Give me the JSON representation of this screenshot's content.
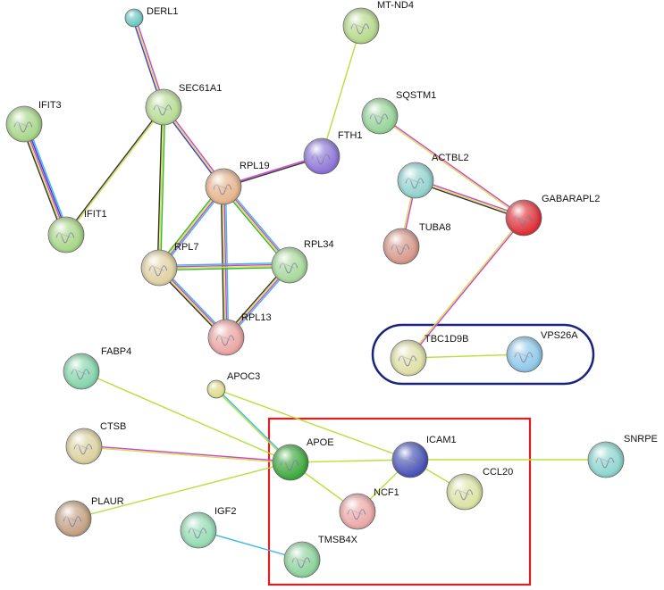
{
  "network": {
    "nodes": [
      {
        "id": "DERL1",
        "label": "DERL1",
        "color": "#6cc6c2",
        "small": true
      },
      {
        "id": "MT-ND4",
        "label": "MT-ND4",
        "color": "#b7d98c"
      },
      {
        "id": "IFIT3",
        "label": "IFIT3",
        "color": "#a9d68a"
      },
      {
        "id": "SEC61A1",
        "label": "SEC61A1",
        "color": "#b8dc96"
      },
      {
        "id": "SQSTM1",
        "label": "SQSTM1",
        "color": "#98d49a"
      },
      {
        "id": "FTH1",
        "label": "FTH1",
        "color": "#8e77d8"
      },
      {
        "id": "RPL19",
        "label": "RPL19",
        "color": "#e6b58e"
      },
      {
        "id": "ACTBL2",
        "label": "ACTBL2",
        "color": "#93d3cf"
      },
      {
        "id": "GABARAPL2",
        "label": "GABARAPL2",
        "color": "#e0333b"
      },
      {
        "id": "IFIT1",
        "label": "IFIT1",
        "color": "#a9d68a"
      },
      {
        "id": "TUBA8",
        "label": "TUBA8",
        "color": "#d79a8c"
      },
      {
        "id": "RPL7",
        "label": "RPL7",
        "color": "#e0d2a4"
      },
      {
        "id": "RPL34",
        "label": "RPL34",
        "color": "#a8d89c"
      },
      {
        "id": "RPL13",
        "label": "RPL13",
        "color": "#eba7a5"
      },
      {
        "id": "TBC1D9B",
        "label": "TBC1D9B",
        "color": "#dfe0a8"
      },
      {
        "id": "VPS26A",
        "label": "VPS26A",
        "color": "#90c9ea"
      },
      {
        "id": "FABP4",
        "label": "FABP4",
        "color": "#86d6ad"
      },
      {
        "id": "APOC3",
        "label": "APOC3",
        "color": "#dcdc8a",
        "small": true
      },
      {
        "id": "CTSB",
        "label": "CTSB",
        "color": "#dcd2a0"
      },
      {
        "id": "APOE",
        "label": "APOE",
        "color": "#3faa3f"
      },
      {
        "id": "ICAM1",
        "label": "ICAM1",
        "color": "#4a55b8"
      },
      {
        "id": "SNRPE",
        "label": "SNRPE",
        "color": "#8fd6cf"
      },
      {
        "id": "CCL20",
        "label": "CCL20",
        "color": "#dbe3a3"
      },
      {
        "id": "NCF1",
        "label": "NCF1",
        "color": "#eba9a9"
      },
      {
        "id": "PLAUR",
        "label": "PLAUR",
        "color": "#c4a284"
      },
      {
        "id": "IGF2",
        "label": "IGF2",
        "color": "#96dcb4"
      },
      {
        "id": "TMSB4X",
        "label": "TMSB4X",
        "color": "#8ed39c"
      }
    ],
    "edges": [
      {
        "source": "DERL1",
        "target": "SEC61A1",
        "colors": [
          "#cc44cc",
          "#d4e04a",
          "#3c3cc8"
        ]
      },
      {
        "source": "MT-ND4",
        "target": "FTH1",
        "colors": [
          "#b8e03a"
        ]
      },
      {
        "source": "IFIT3",
        "target": "IFIT1",
        "colors": [
          "#3cb8e0",
          "#3c3cc8",
          "#cc44cc",
          "#d4e04a",
          "#333333"
        ]
      },
      {
        "source": "IFIT1",
        "target": "SEC61A1",
        "colors": [
          "#333333",
          "#d4e04a"
        ]
      },
      {
        "source": "SEC61A1",
        "target": "RPL19",
        "colors": [
          "#cc44cc",
          "#d4e04a",
          "#3c3cc8"
        ]
      },
      {
        "source": "SEC61A1",
        "target": "RPL7",
        "colors": [
          "#33b833",
          "#d4e04a",
          "#333333"
        ]
      },
      {
        "source": "RPL19",
        "target": "FTH1",
        "colors": [
          "#cc44cc",
          "#333333"
        ]
      },
      {
        "source": "RPL19",
        "target": "RPL7",
        "colors": [
          "#3cb8e0",
          "#cc44cc",
          "#d4e04a",
          "#33b833"
        ]
      },
      {
        "source": "RPL19",
        "target": "RPL34",
        "colors": [
          "#3cb8e0",
          "#cc44cc",
          "#d4e04a",
          "#33b833"
        ]
      },
      {
        "source": "RPL19",
        "target": "RPL13",
        "colors": [
          "#3cb8e0",
          "#cc44cc",
          "#d4e04a",
          "#333333"
        ]
      },
      {
        "source": "RPL7",
        "target": "RPL34",
        "colors": [
          "#3cb8e0",
          "#cc44cc",
          "#d4e04a",
          "#33b833"
        ]
      },
      {
        "source": "RPL7",
        "target": "RPL13",
        "colors": [
          "#3cb8e0",
          "#cc44cc",
          "#d4e04a",
          "#333333"
        ]
      },
      {
        "source": "RPL34",
        "target": "RPL13",
        "colors": [
          "#3cb8e0",
          "#cc44cc",
          "#d4e04a",
          "#333333"
        ]
      },
      {
        "source": "SQSTM1",
        "target": "GABARAPL2",
        "colors": [
          "#cc44cc",
          "#d4e04a"
        ]
      },
      {
        "source": "ACTBL2",
        "target": "GABARAPL2",
        "colors": [
          "#cc44cc",
          "#d4e04a",
          "#333333"
        ]
      },
      {
        "source": "ACTBL2",
        "target": "TUBA8",
        "colors": [
          "#cc44cc",
          "#d4e04a"
        ]
      },
      {
        "source": "GABARAPL2",
        "target": "TBC1D9B",
        "colors": [
          "#cc44cc",
          "#d4e04a"
        ]
      },
      {
        "source": "TBC1D9B",
        "target": "VPS26A",
        "colors": [
          "#b8e03a"
        ]
      },
      {
        "source": "FABP4",
        "target": "APOE",
        "colors": [
          "#b8e03a"
        ]
      },
      {
        "source": "APOC3",
        "target": "APOE",
        "colors": [
          "#3cb8e0",
          "#b8e03a"
        ]
      },
      {
        "source": "APOC3",
        "target": "ICAM1",
        "colors": [
          "#b8e03a"
        ]
      },
      {
        "source": "CTSB",
        "target": "APOE",
        "colors": [
          "#cc44cc",
          "#d4e04a"
        ]
      },
      {
        "source": "PLAUR",
        "target": "APOE",
        "colors": [
          "#b8e03a"
        ]
      },
      {
        "source": "APOE",
        "target": "ICAM1",
        "colors": [
          "#b8e03a"
        ]
      },
      {
        "source": "APOE",
        "target": "NCF1",
        "colors": [
          "#b8e03a"
        ]
      },
      {
        "source": "ICAM1",
        "target": "NCF1",
        "colors": [
          "#b8e03a"
        ]
      },
      {
        "source": "ICAM1",
        "target": "CCL20",
        "colors": [
          "#b8e03a"
        ]
      },
      {
        "source": "ICAM1",
        "target": "SNRPE",
        "colors": [
          "#b8e03a"
        ]
      },
      {
        "source": "IGF2",
        "target": "TMSB4X",
        "colors": [
          "#3cb8e0"
        ]
      }
    ],
    "groups": [
      {
        "id": "vps-complex",
        "members": [
          "TBC1D9B",
          "VPS26A"
        ],
        "style": "rounded",
        "color": "#1a237e"
      },
      {
        "id": "apoe-cluster",
        "members": [
          "APOE",
          "ICAM1",
          "NCF1",
          "CCL20",
          "TMSB4X"
        ],
        "style": "rect",
        "color": "#e02020"
      }
    ]
  }
}
